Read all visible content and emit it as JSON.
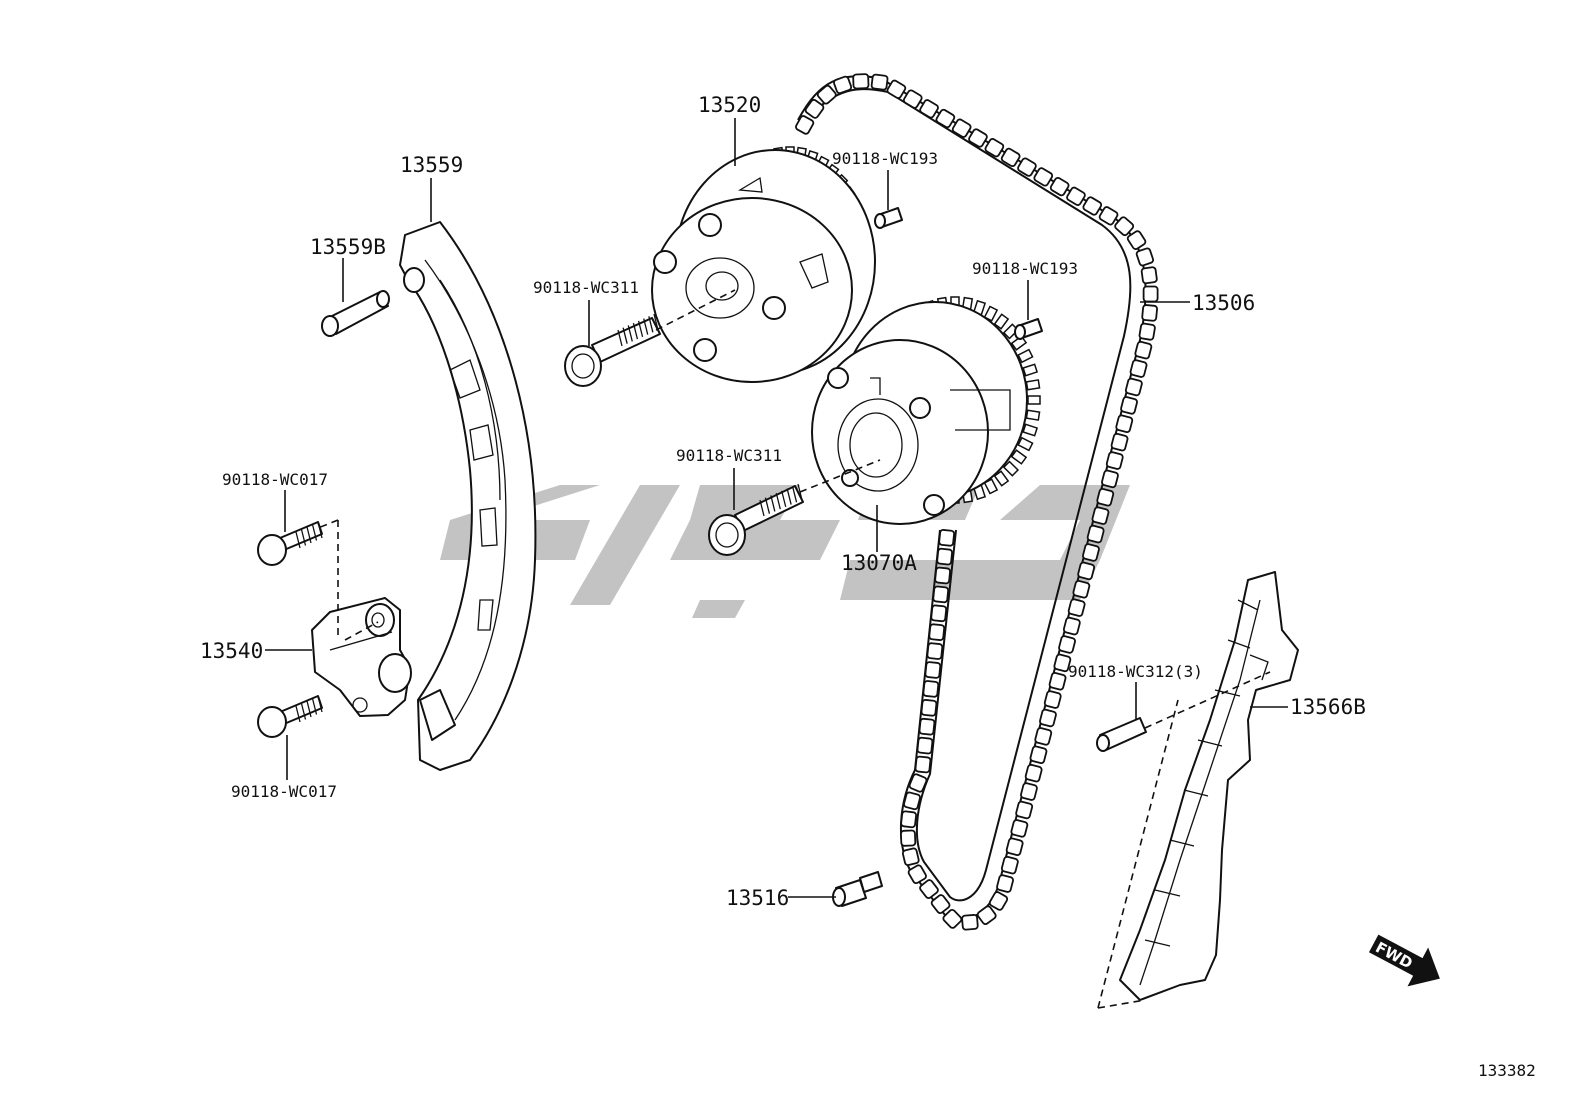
{
  "diagram": {
    "figure_number": "133382",
    "fwd_badge": "FWD"
  },
  "labels": {
    "p13520": "13520",
    "p13559": "13559",
    "p13559B": "13559B",
    "p90118_WC193_a": "90118-WC193",
    "p90118_WC193_b": "90118-WC193",
    "p13506": "13506",
    "p90118_WC311_a": "90118-WC311",
    "p90118_WC311_b": "90118-WC311",
    "p90118_WC017_a": "90118-WC017",
    "p90118_WC017_b": "90118-WC017",
    "p13070A": "13070A",
    "p13540": "13540",
    "p90118_WC312": "90118-WC312(3)",
    "p13566B": "13566B",
    "p13516": "13516"
  }
}
